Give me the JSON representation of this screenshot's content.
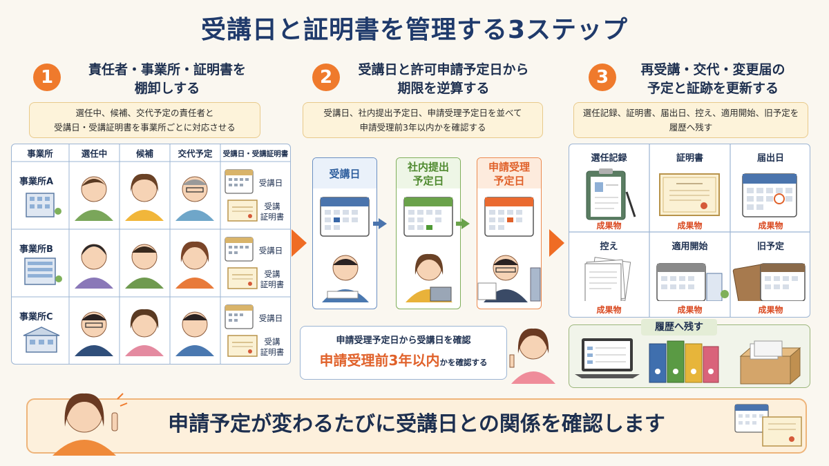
{
  "title": "受講日と証明書を管理する3ステップ",
  "steps": [
    {
      "num": "1",
      "head_line1": "責任者・事業所・証明書を",
      "head_line2": "棚卸しする",
      "note_line1": "選任中、候補、交代予定の責任者と",
      "note_line2": "受講日・受講証明書を事業所ごとに対応させる"
    },
    {
      "num": "2",
      "head_line1": "受講日と許可申請予定日から",
      "head_line2": "期限を逆算する",
      "note_line1": "受講日、社内提出予定日、申請受理予定日を並べて",
      "note_line2": "申請受理前3年以内かを確認する"
    },
    {
      "num": "3",
      "head_line1": "再受講・交代・変更届の",
      "head_line2": "予定と証跡を更新する",
      "note_line1": "選任記録、証明書、届出日、控え、適用開始、旧予定を",
      "note_line2": "履歴へ残す"
    }
  ],
  "table": {
    "headers": [
      "事業所",
      "選任中",
      "候補",
      "交代予定",
      "受講日・受講証明書"
    ],
    "offices": [
      "事業所A",
      "事業所B",
      "事業所C"
    ],
    "doc_date_label": "受講日",
    "doc_cert_line1": "受講",
    "doc_cert_line2": "証明書"
  },
  "flow": {
    "cards": [
      {
        "line1": "受講日",
        "line2": "",
        "color": "#2f5f9e"
      },
      {
        "line1": "社内提出",
        "line2": "予定日",
        "color": "#4f8a2f"
      },
      {
        "line1": "申請受理",
        "line2": "予定日",
        "color": "#e0612a"
      }
    ],
    "callout_line1": "申請受理予定日から受講日を確認",
    "callout_emph": "申請受理前3年以内",
    "callout_tail": "かを確認する"
  },
  "records": {
    "items": [
      "選任記録",
      "証明書",
      "届出日",
      "控え",
      "適用開始",
      "旧予定"
    ],
    "result_label": "成果物",
    "history_label": "履歴へ残す"
  },
  "bottom": "申請予定が変わるたびに受講日との関係を確認します",
  "colors": {
    "accent": "#ef7a2c",
    "navy": "#1f3a6b",
    "result": "#d9481f"
  }
}
